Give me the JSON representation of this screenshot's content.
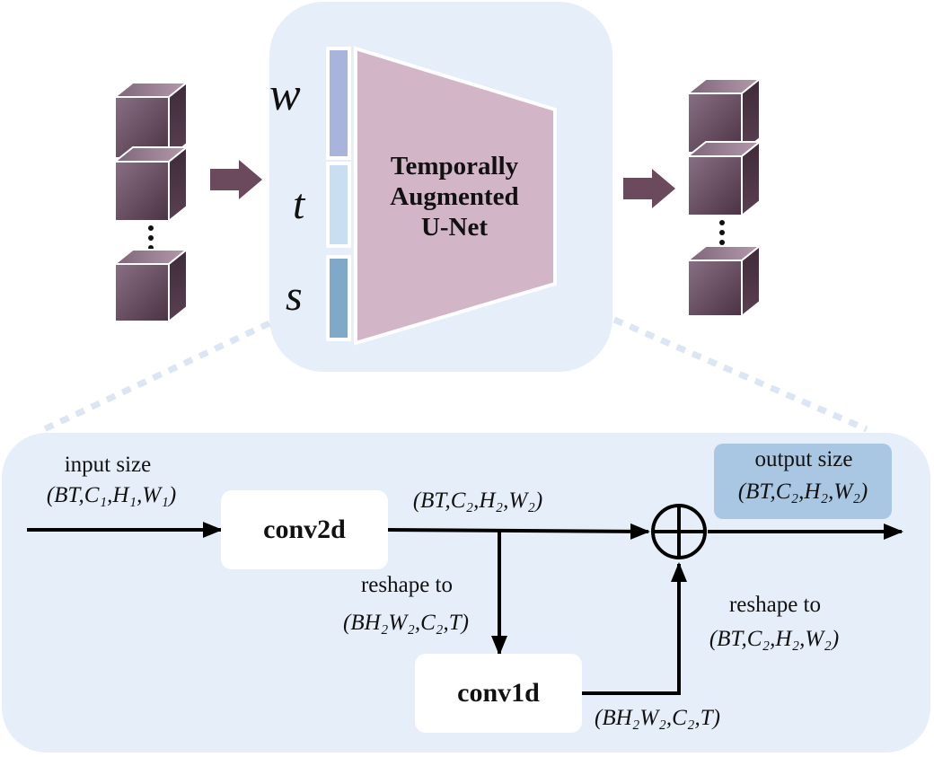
{
  "unet": {
    "line1": "Temporally",
    "line2": "Augmented",
    "line3": "U-Net"
  },
  "conditions": {
    "w": "w",
    "t": "t",
    "s": "s"
  },
  "blocks": {
    "conv2d": "conv2d",
    "conv1d": "conv1d"
  },
  "labels": {
    "input_title": "input size",
    "input_shape": "(BT,C₁,H₁,W₁)",
    "conv2d_out_shape": "(BT,C₂,H₂,W₂)",
    "reshape_to_1": "reshape to",
    "reshape_shape_1": "(BH₂W₂,C₂,T)",
    "conv1d_out_shape": "(BH₂W₂,C₂,T)",
    "reshape_to_2": "reshape to",
    "reshape_shape_2": "(BT,C₂,H₂,W₂)",
    "output_title": "output size",
    "output_shape": "(BT,C₂,H₂,W₂)"
  },
  "colors": {
    "panel": "#e6eef9",
    "unet_trapezoid": "#d2b6c8",
    "bar_w": "#a8b4dc",
    "bar_t": "#c9def0",
    "bar_s": "#7fa8c9",
    "cube_dark": "#5e4356",
    "arrow_fill": "#6b4a5e",
    "output_badge": "#a9c6e2"
  }
}
